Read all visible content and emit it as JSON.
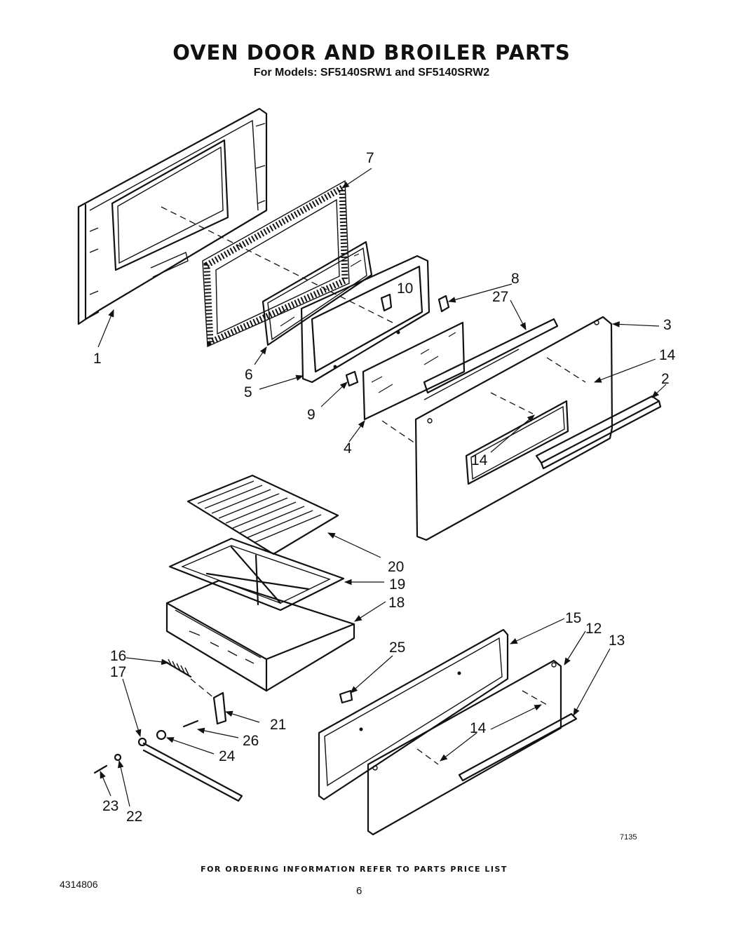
{
  "title": "OVEN DOOR AND BROILER PARTS",
  "subtitle": "For Models: SF5140SRW1 and SF5140SRW2",
  "footer_note": "FOR ORDERING INFORMATION REFER TO PARTS PRICE LIST",
  "document_number": "4314806",
  "page_number": "6",
  "figure_number": "7135",
  "callouts": {
    "c1": "1",
    "c2": "2",
    "c3": "3",
    "c4": "4",
    "c5": "5",
    "c6": "6",
    "c7": "7",
    "c8": "8",
    "c9": "9",
    "c10": "10",
    "c12": "12",
    "c13": "13",
    "c14a": "14",
    "c14b": "14",
    "c14c": "14",
    "c15": "15",
    "c16": "16",
    "c17": "17",
    "c18": "18",
    "c19": "19",
    "c20": "20",
    "c21": "21",
    "c22": "22",
    "c23": "23",
    "c24": "24",
    "c25": "25",
    "c26": "26",
    "c27": "27"
  }
}
